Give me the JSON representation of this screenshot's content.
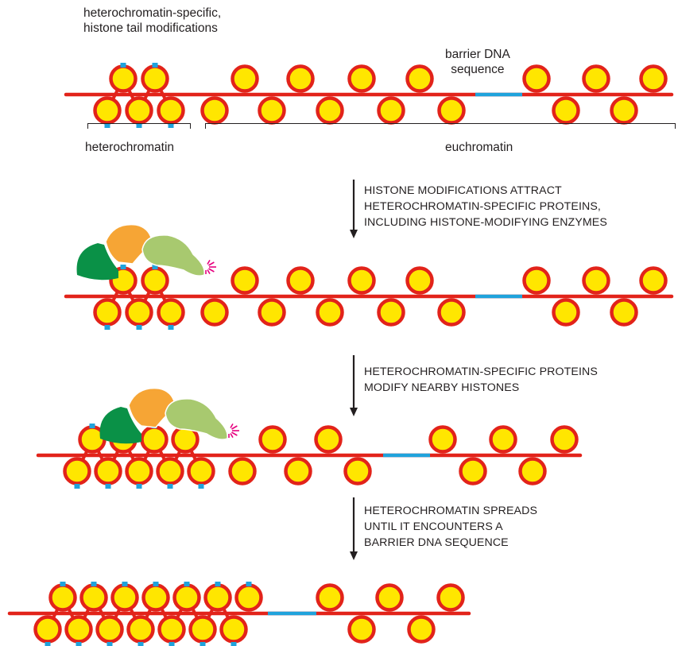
{
  "labels": {
    "tail_modifications": [
      "heterochromatin-specific,",
      "histone tail modifications"
    ],
    "barrier": [
      "barrier DNA",
      "sequence"
    ],
    "heterochromatin": "heterochromatin",
    "euchromatin": "euchromatin"
  },
  "steps": [
    [
      "HISTONE MODIFICATIONS ATTRACT",
      "HETEROCHROMATIN-SPECIFIC PROTEINS,",
      "INCLUDING HISTONE-MODIFYING ENZYMES"
    ],
    [
      "HETEROCHROMATIN-SPECIFIC PROTEINS",
      "MODIFY NEARBY HISTONES"
    ],
    [
      "HETEROCHROMATIN SPREADS",
      "UNTIL IT ENCOUNTERS A",
      "BARRIER DNA SEQUENCE"
    ]
  ],
  "colors": {
    "dna": "#e2231a",
    "nucleosome_fill": "#ffe600",
    "histone_mark": "#1fa3dc",
    "barrier": "#1fa3dc",
    "protein_dark_green": "#0a9147",
    "protein_orange": "#f6a535",
    "protein_light_green": "#a8c96f",
    "activity_sparks": "#e6007e",
    "text": "#231f20"
  }
}
